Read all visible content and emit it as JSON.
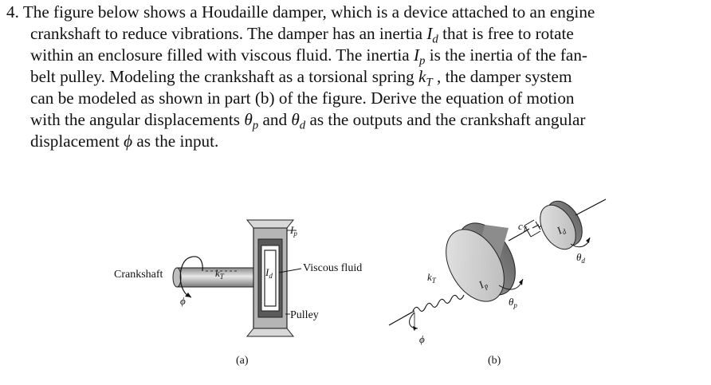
{
  "problem": {
    "number": "4.",
    "lines": [
      "The figure below shows a Houdaille damper, which is a device attached to an engine",
      "crankshaft to reduce vibrations. The damper has an inertia ",
      " that is free to rotate",
      "within an enclosure filled with viscous fluid. The inertia ",
      " is the inertia of the fan-",
      "belt pulley. Modeling the crankshaft as a torsional spring ",
      " , the damper system",
      "can be modeled as shown in part (b) of the figure. Derive the equation of motion",
      "with the angular displacements ",
      " and ",
      " as the outputs and the crankshaft angular",
      "displacement ",
      " as the input."
    ],
    "sym": {
      "I": "I",
      "d": "d",
      "p": "p",
      "k": "k",
      "T": "T",
      "theta": "θ",
      "phi": "ϕ"
    }
  },
  "figure": {
    "a": {
      "crankshaft": "Crankshaft",
      "kT": "k",
      "kT_sub": "T",
      "Id": "I",
      "Id_sub": "d",
      "Ip": "I",
      "Ip_sub": "p",
      "viscous": "Viscous fluid",
      "pulley": "Pulley",
      "phi": "ϕ",
      "caption": "(a)"
    },
    "b": {
      "kT": "k",
      "kT_sub": "T",
      "Ip": "I",
      "Ip_sub": "p",
      "cT": "c",
      "cT_sub": "T",
      "Id": "I",
      "Id_sub": "d",
      "theta_d": "θ",
      "theta_d_sub": "d",
      "theta_p": "θ",
      "theta_p_sub": "p",
      "phi": "ϕ",
      "caption": "(b)"
    }
  }
}
